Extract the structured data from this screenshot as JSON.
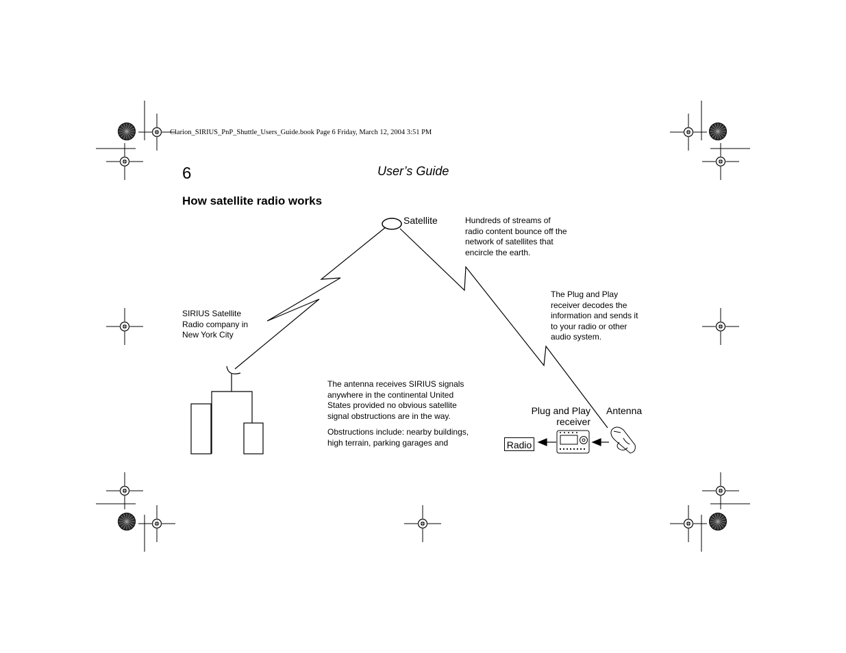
{
  "header": {
    "book_line": "Clarion_SIRIUS_PnP_Shuttle_Users_Guide.book  Page 6  Friday, March 12, 2004  3:51 PM",
    "page_number": "6",
    "guide_title": "User’s Guide"
  },
  "section": {
    "heading": "How satellite radio works"
  },
  "diagram": {
    "satellite_label": "Satellite",
    "satellite_note": [
      "Hundreds of streams of",
      "radio content bounce off the",
      "network of satellites that",
      "encircle the earth."
    ],
    "receiver_note": [
      "The Plug and Play",
      "receiver decodes the",
      "information and sends it",
      "to your radio or other",
      "audio system."
    ],
    "company_note": [
      "SIRIUS Satellite",
      "Radio company in",
      "New York City"
    ],
    "antenna_note_1": [
      "The antenna receives SIRIUS signals",
      "anywhere in the continental United",
      "States provided no obvious satellite",
      "signal obstructions are in the way."
    ],
    "antenna_note_2": [
      "Obstructions include: nearby buildings,",
      "high terrain, parking garages and"
    ],
    "receiver_label": [
      "Plug and Play",
      "receiver"
    ],
    "antenna_label": "Antenna",
    "radio_label": "Radio"
  }
}
